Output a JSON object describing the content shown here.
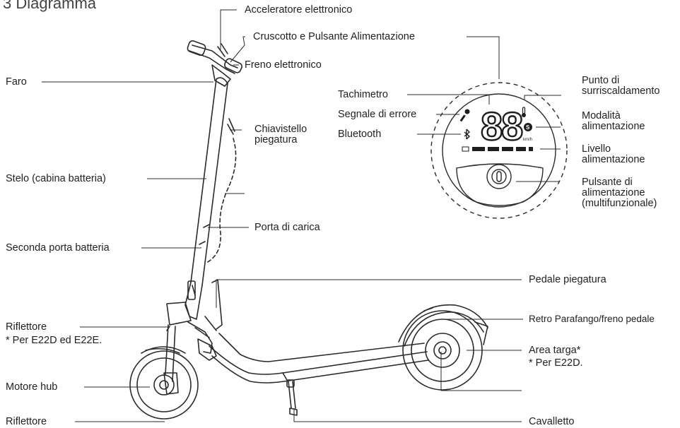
{
  "heading": "3 Diagramma",
  "scooter_labels": {
    "accelerator": "Acceleratore elettronico",
    "dashboard_power": "Cruscotto e Pulsante Alimentazione",
    "brake": "Freno elettronico",
    "headlight": "Faro",
    "folding_latch": "Chiavistello\npiegatura",
    "stem": "Stelo  (cabina batteria)",
    "charging_port": "Porta di carica",
    "second_battery_port": "Seconda porta batteria",
    "folding_pedal": "Pedale piegatura",
    "rear_fender": "Retro Parafango/freno pedale",
    "reflector_front": "Riflettore",
    "reflector_note": "* Per E22D ed E22E.",
    "plate_area": "Area targa*",
    "plate_note": "* Per E22D.",
    "hub_motor": "Motore hub",
    "reflector_bottom": "Riflettore",
    "kickstand": "Cavalletto"
  },
  "dashboard_labels": {
    "speedometer": "Tachimetro",
    "error_signal": "Segnale di errore",
    "bluetooth": "Bluetooth",
    "overheat": "Punto di\nsurriscaldamento",
    "power_mode": "Modalità\nalimentazione",
    "battery_level": "Livello\nalimentazione",
    "power_button": "Pulsante di\nalimentazione\n(multifunzionale)"
  },
  "display": {
    "speed_digits": "88",
    "speed_unit": "km/h",
    "mode_letter": "S"
  }
}
